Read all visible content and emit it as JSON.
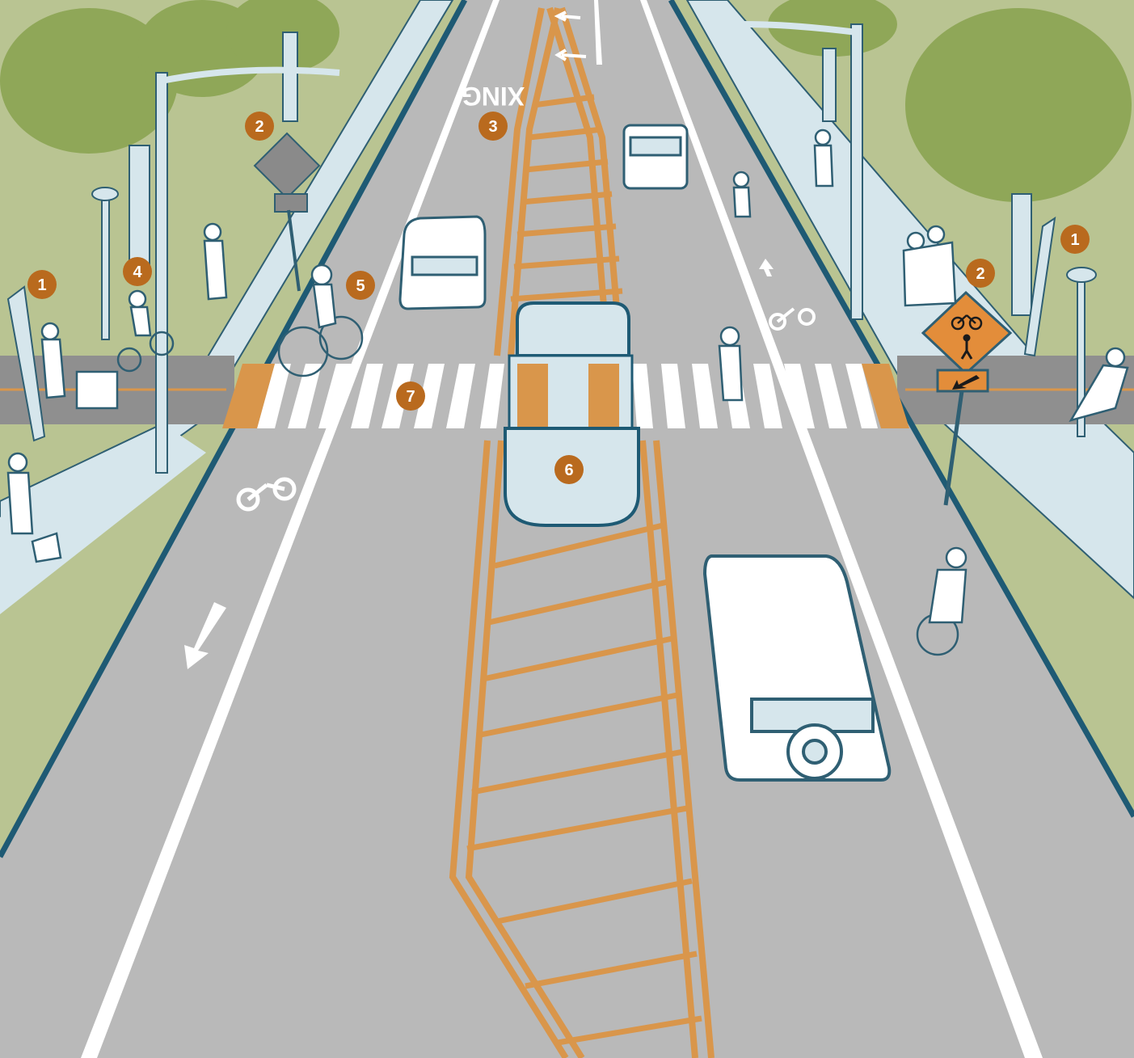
{
  "callouts": [
    {
      "number": "1"
    },
    {
      "number": "1"
    },
    {
      "number": "2"
    },
    {
      "number": "2"
    },
    {
      "number": "3"
    },
    {
      "number": "4"
    },
    {
      "number": "5"
    },
    {
      "number": "6"
    },
    {
      "number": "7"
    }
  ],
  "pavement_marking": {
    "xing": "XING"
  },
  "colors": {
    "asphalt": "#b9b9b9",
    "grass": "#b9c492",
    "sidewalk": "#d6e6ec",
    "curb": "#1e5a74",
    "marking_white": "#ffffff",
    "marking_orange": "#d9964b",
    "callout": "#b96a1e",
    "sign_orange": "#e38d3a",
    "tree": "#8fa758",
    "outline": "#2f5f73"
  },
  "icons": [
    "bicycle-icon",
    "pedestrian-icon",
    "arrow-icon",
    "car-icon",
    "streetlight-icon",
    "tree-icon"
  ]
}
